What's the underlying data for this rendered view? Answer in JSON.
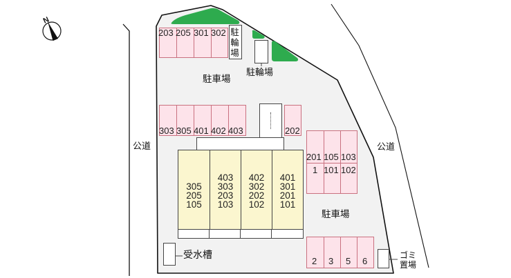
{
  "compass": {
    "label": "N",
    "icon": "north-arrow-icon"
  },
  "roads": {
    "left": "公道",
    "right": "公道"
  },
  "colors": {
    "site_fill": "#f2f2f2",
    "parking_fill": "#fde3ea",
    "parking_border": "#c9707f",
    "building_fill": "#fbf6cf",
    "green": "#2eab4e",
    "outline": "#111111"
  },
  "top_parking": {
    "stalls": [
      "203",
      "205",
      "301",
      "302"
    ]
  },
  "bicycle_parking_top": {
    "label": "駐輪場"
  },
  "bicycle_parking_right": {
    "label": "駐輪場"
  },
  "parking_label_top": "駐車場",
  "middle_parking": {
    "stalls": [
      "303",
      "305",
      "401",
      "402",
      "403"
    ],
    "single": "202"
  },
  "right_parking": {
    "row_top": [
      "201",
      "105",
      "103"
    ],
    "row_bottom": [
      "1",
      "101",
      "102"
    ]
  },
  "building": {
    "columns": [
      {
        "units": [
          "305",
          "205",
          "105"
        ]
      },
      {
        "units": [
          "403",
          "303",
          "203",
          "103"
        ]
      },
      {
        "units": [
          "402",
          "302",
          "202",
          "102"
        ]
      },
      {
        "units": [
          "401",
          "301",
          "201",
          "101"
        ]
      }
    ]
  },
  "parking_label_bottom": "駐車場",
  "bottom_parking": {
    "stalls": [
      "2",
      "3",
      "5",
      "6"
    ]
  },
  "water_tank": {
    "label": "受水槽"
  },
  "garbage": {
    "label_line1": "ゴミ",
    "label_line2": "置場"
  }
}
